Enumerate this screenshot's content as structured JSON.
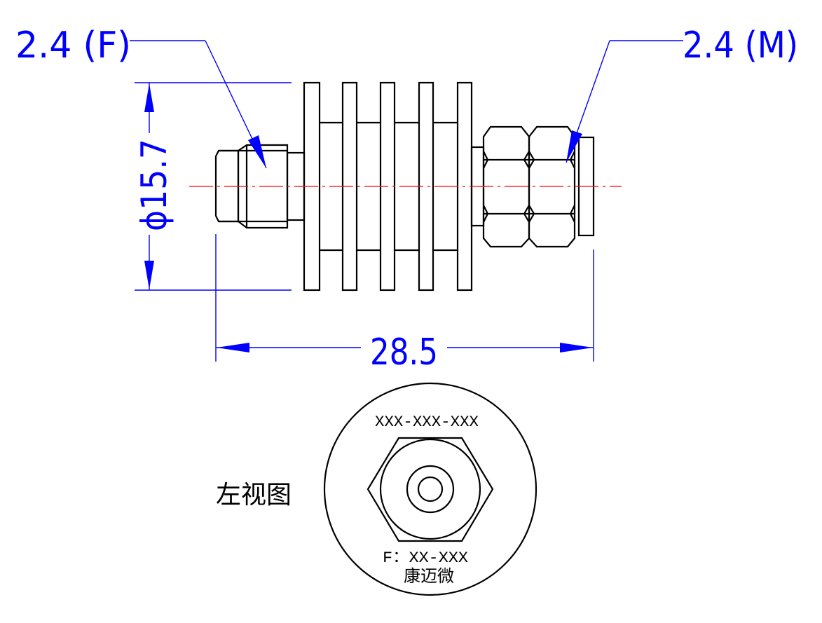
{
  "drawing": {
    "connector_left_label": "2.4 (F)",
    "connector_right_label": "2.4 (M)",
    "diameter_dimension": "ϕ15.7",
    "length_dimension": "28.5",
    "left_view_title": "左视图",
    "part_number_marking": "XXX-XXX-XXX",
    "frequency_marking": "F：XX-XXX",
    "brand_marking": "康迈微"
  },
  "colors": {
    "dimension": "#0000ff",
    "outline": "#000000",
    "centerline": "#ff0000",
    "background": "#ffffff"
  }
}
